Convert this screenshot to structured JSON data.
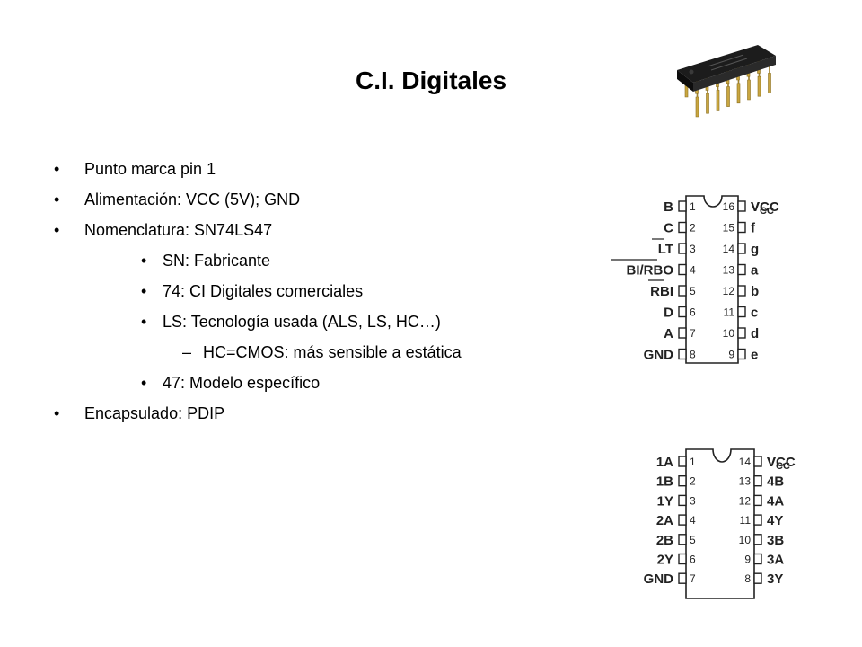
{
  "slide": {
    "title": "C.I. Digitales",
    "bullet_mark": "•",
    "dash_mark": "–",
    "bullets": [
      {
        "level": 1,
        "text": "Punto marca pin 1"
      },
      {
        "level": 1,
        "text": "Alimentación: VCC (5V); GND"
      },
      {
        "level": 1,
        "text": "Nomenclatura: SN74LS47"
      },
      {
        "level": 2,
        "text": "SN: Fabricante"
      },
      {
        "level": 2,
        "text": "74: CI Digitales comerciales"
      },
      {
        "level": 2,
        "text": "LS: Tecnología usada (ALS, LS, HC…)"
      },
      {
        "level": 3,
        "text": "HC=CMOS: más sensible a estática"
      },
      {
        "level": 2,
        "text": "47: Modelo específico"
      },
      {
        "level": 1,
        "text": "Encapsulado: PDIP"
      }
    ]
  },
  "chip_photo": {
    "body_color": "#1c1c1c",
    "pin_color": "#c9a640",
    "pins_visible": 8
  },
  "pinout_16": {
    "left_pins": [
      {
        "num": "1",
        "label": "B"
      },
      {
        "num": "2",
        "label": "C"
      },
      {
        "num": "3",
        "label": "LT"
      },
      {
        "num": "4",
        "label": "BI/RBO"
      },
      {
        "num": "5",
        "label": "RBI"
      },
      {
        "num": "6",
        "label": "D"
      },
      {
        "num": "7",
        "label": "A"
      },
      {
        "num": "8",
        "label": "GND"
      }
    ],
    "right_pins": [
      {
        "num": "16",
        "label": "VCC"
      },
      {
        "num": "15",
        "label": "f"
      },
      {
        "num": "14",
        "label": "g"
      },
      {
        "num": "13",
        "label": "a"
      },
      {
        "num": "12",
        "label": "b"
      },
      {
        "num": "11",
        "label": "c"
      },
      {
        "num": "10",
        "label": "d"
      },
      {
        "num": "9",
        "label": "e"
      }
    ]
  },
  "pinout_14": {
    "left_pins": [
      {
        "num": "1",
        "label": "1A"
      },
      {
        "num": "2",
        "label": "1B"
      },
      {
        "num": "3",
        "label": "1Y"
      },
      {
        "num": "4",
        "label": "2A"
      },
      {
        "num": "5",
        "label": "2B"
      },
      {
        "num": "6",
        "label": "2Y"
      },
      {
        "num": "7",
        "label": "GND"
      }
    ],
    "right_pins": [
      {
        "num": "14",
        "label": "VCC"
      },
      {
        "num": "13",
        "label": "4B"
      },
      {
        "num": "12",
        "label": "4A"
      },
      {
        "num": "11",
        "label": "4Y"
      },
      {
        "num": "10",
        "label": "3B"
      },
      {
        "num": "9",
        "label": "3A"
      },
      {
        "num": "8",
        "label": "3Y"
      }
    ]
  }
}
